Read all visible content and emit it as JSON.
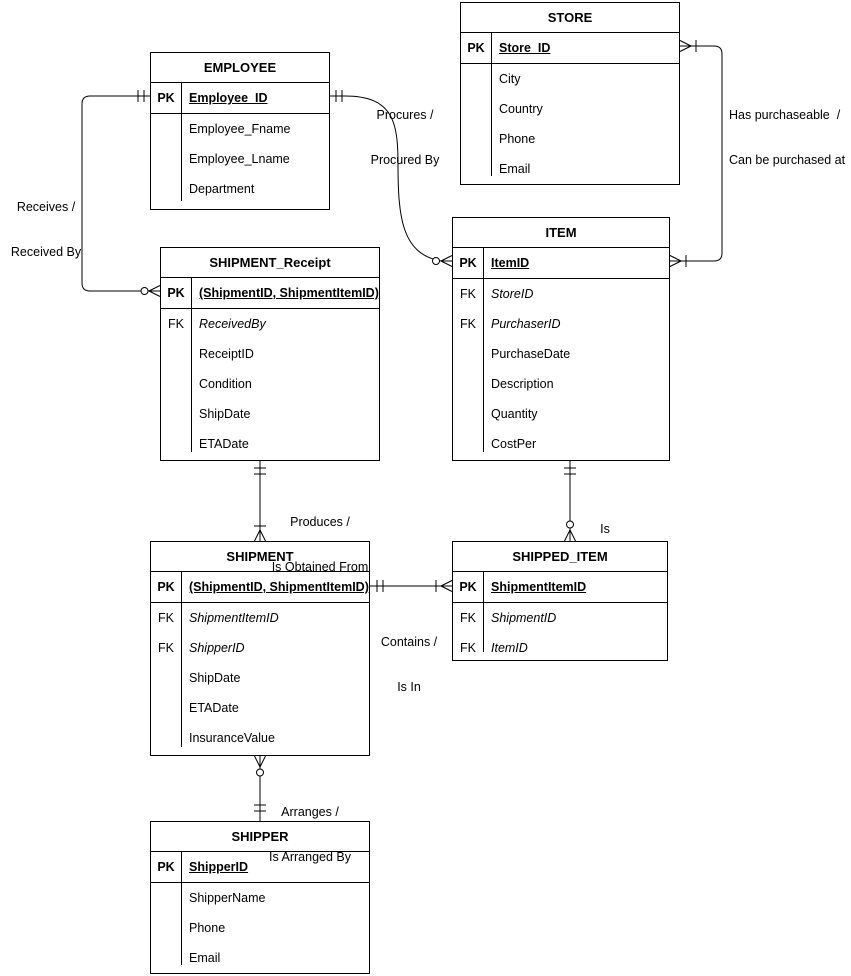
{
  "diagram": {
    "background_color": "#ffffff",
    "line_color": "#000000",
    "text_color": "#000000",
    "notation": "crow-foot"
  },
  "entities": {
    "employee": {
      "title": "EMPLOYEE",
      "pk": {
        "key": "PK",
        "name": "Employee_ID"
      },
      "attrs": [
        {
          "key": "",
          "name": "Employee_Fname",
          "italic": false
        },
        {
          "key": "",
          "name": "Employee_Lname",
          "italic": false
        },
        {
          "key": "",
          "name": "Department",
          "italic": false
        }
      ]
    },
    "store": {
      "title": "STORE",
      "pk": {
        "key": "PK",
        "name": "Store_ID"
      },
      "attrs": [
        {
          "key": "",
          "name": "City",
          "italic": false
        },
        {
          "key": "",
          "name": "Country",
          "italic": false
        },
        {
          "key": "",
          "name": "Phone",
          "italic": false
        },
        {
          "key": "",
          "name": "Email",
          "italic": false
        }
      ]
    },
    "shipment_receipt": {
      "title": "SHIPMENT_Receipt",
      "pk": {
        "key": "PK",
        "name": "(ShipmentID, ShipmentItemID)"
      },
      "attrs": [
        {
          "key": "FK",
          "name": "ReceivedBy",
          "italic": true
        },
        {
          "key": "",
          "name": "ReceiptID",
          "italic": false
        },
        {
          "key": "",
          "name": "Condition",
          "italic": false
        },
        {
          "key": "",
          "name": "ShipDate",
          "italic": false
        },
        {
          "key": "",
          "name": "ETADate",
          "italic": false
        }
      ]
    },
    "item": {
      "title": "ITEM",
      "pk": {
        "key": "PK",
        "name": "ItemID"
      },
      "attrs": [
        {
          "key": "FK",
          "name": "StoreID",
          "italic": true
        },
        {
          "key": "FK",
          "name": "PurchaserID",
          "italic": true
        },
        {
          "key": "",
          "name": "PurchaseDate",
          "italic": false
        },
        {
          "key": "",
          "name": "Description",
          "italic": false
        },
        {
          "key": "",
          "name": "Quantity",
          "italic": false
        },
        {
          "key": "",
          "name": "CostPer",
          "italic": false
        }
      ]
    },
    "shipment": {
      "title": "SHIPMENT",
      "pk": {
        "key": "PK",
        "name": "(ShipmentID, ShipmentItemID)"
      },
      "attrs": [
        {
          "key": "FK",
          "name": "ShipmentItemID",
          "italic": true
        },
        {
          "key": "FK",
          "name": "ShipperID",
          "italic": true
        },
        {
          "key": "",
          "name": "ShipDate",
          "italic": false
        },
        {
          "key": "",
          "name": "ETADate",
          "italic": false
        },
        {
          "key": "",
          "name": "InsuranceValue",
          "italic": false
        }
      ]
    },
    "shipped_item": {
      "title": "SHIPPED_ITEM",
      "pk": {
        "key": "PK",
        "name": "ShipmentItemID"
      },
      "attrs": [
        {
          "key": "FK",
          "name": "ShipmentID",
          "italic": true
        },
        {
          "key": "FK",
          "name": "ItemID",
          "italic": true
        }
      ]
    },
    "shipper": {
      "title": "SHIPPER",
      "pk": {
        "key": "PK",
        "name": "ShipperID"
      },
      "attrs": [
        {
          "key": "",
          "name": "ShipperName",
          "italic": false
        },
        {
          "key": "",
          "name": "Phone",
          "italic": false
        },
        {
          "key": "",
          "name": "Email",
          "italic": false
        }
      ]
    }
  },
  "relationships": {
    "receives": {
      "line1": "Receives /",
      "line2": "Received By",
      "from": "EMPLOYEE",
      "to": "SHIPMENT_Receipt",
      "from_cardinality": "one and only one",
      "to_cardinality": "zero or many"
    },
    "procures": {
      "line1": "Procures /",
      "line2": "Procured By",
      "from": "EMPLOYEE",
      "to": "ITEM",
      "from_cardinality": "one and only one",
      "to_cardinality": "zero or many"
    },
    "has_purchaseable": {
      "line1": "Has purchaseable  /",
      "line2": "Can be purchased at",
      "from": "STORE",
      "to": "ITEM",
      "from_cardinality": "one or many",
      "to_cardinality": "one or many"
    },
    "produces": {
      "line1": "Produces /",
      "line2": "Is Obtained From",
      "from": "SHIPMENT_Receipt",
      "to": "SHIPMENT",
      "from_cardinality": "one and only one",
      "to_cardinality": "one or many"
    },
    "is": {
      "line1": "Is",
      "from": "ITEM",
      "to": "SHIPPED_ITEM",
      "from_cardinality": "one and only one",
      "to_cardinality": "zero or many"
    },
    "contains": {
      "line1": "Contains /",
      "line2": "Is In",
      "from": "SHIPMENT",
      "to": "SHIPPED_ITEM",
      "from_cardinality": "one and only one",
      "to_cardinality": "one or many"
    },
    "arranges": {
      "line1": "Arranges /",
      "line2": "Is Arranged By",
      "from": "SHIPMENT",
      "to": "SHIPPER",
      "from_cardinality": "zero or many",
      "to_cardinality": "one and only one"
    }
  }
}
